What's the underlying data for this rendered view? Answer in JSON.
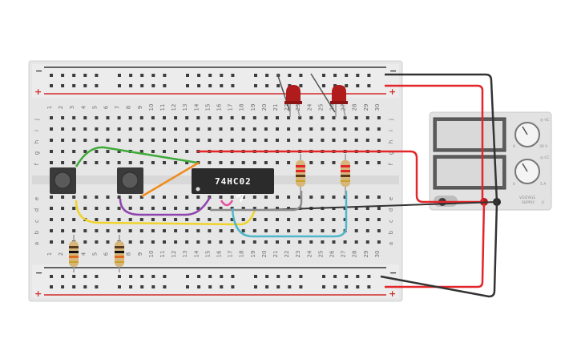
{
  "breadboard": {
    "column_numbers": [
      "1",
      "2",
      "3",
      "4",
      "5",
      "6",
      "7",
      "8",
      "9",
      "10",
      "11",
      "12",
      "13",
      "14",
      "15",
      "16",
      "17",
      "18",
      "19",
      "20",
      "21",
      "22",
      "23",
      "24",
      "25",
      "26",
      "27",
      "28",
      "29",
      "30"
    ],
    "row_letters_top": [
      "j",
      "i",
      "h",
      "g",
      "f"
    ],
    "row_letters_bottom": [
      "e",
      "d",
      "c",
      "b",
      "a"
    ],
    "rail_minus": "−",
    "rail_plus": "+"
  },
  "chip": {
    "label": "74HC02"
  },
  "power_supply": {
    "label_line1": "VOLTAGE",
    "label_line2": "SUPPLY",
    "knob1_label": "30 V",
    "knob2_label": "5 A",
    "knob1_mark": "◎ VC",
    "knob2_mark": "◎ CC",
    "zero": "0"
  },
  "colors": {
    "wire_red": "#e3262a",
    "wire_black": "#333333",
    "wire_green": "#3faa3a",
    "wire_orange": "#f08c1e",
    "wire_yellow": "#f0d32b",
    "wire_purple": "#8e44ad",
    "wire_gray": "#8a8a8a",
    "wire_cyan": "#4fb7c9",
    "wire_pink": "#e64ea0",
    "led": "#b01c1c",
    "chip": "#2b2b2b"
  }
}
